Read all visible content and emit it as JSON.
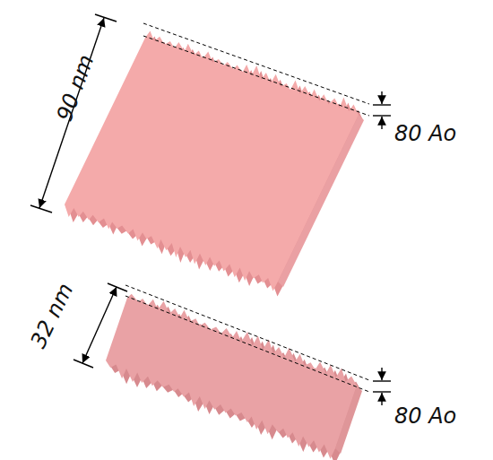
{
  "diagram": {
    "labels": [
      "90 nm",
      "80 Ao",
      "32 nm",
      "80 Ao"
    ]
  }
}
